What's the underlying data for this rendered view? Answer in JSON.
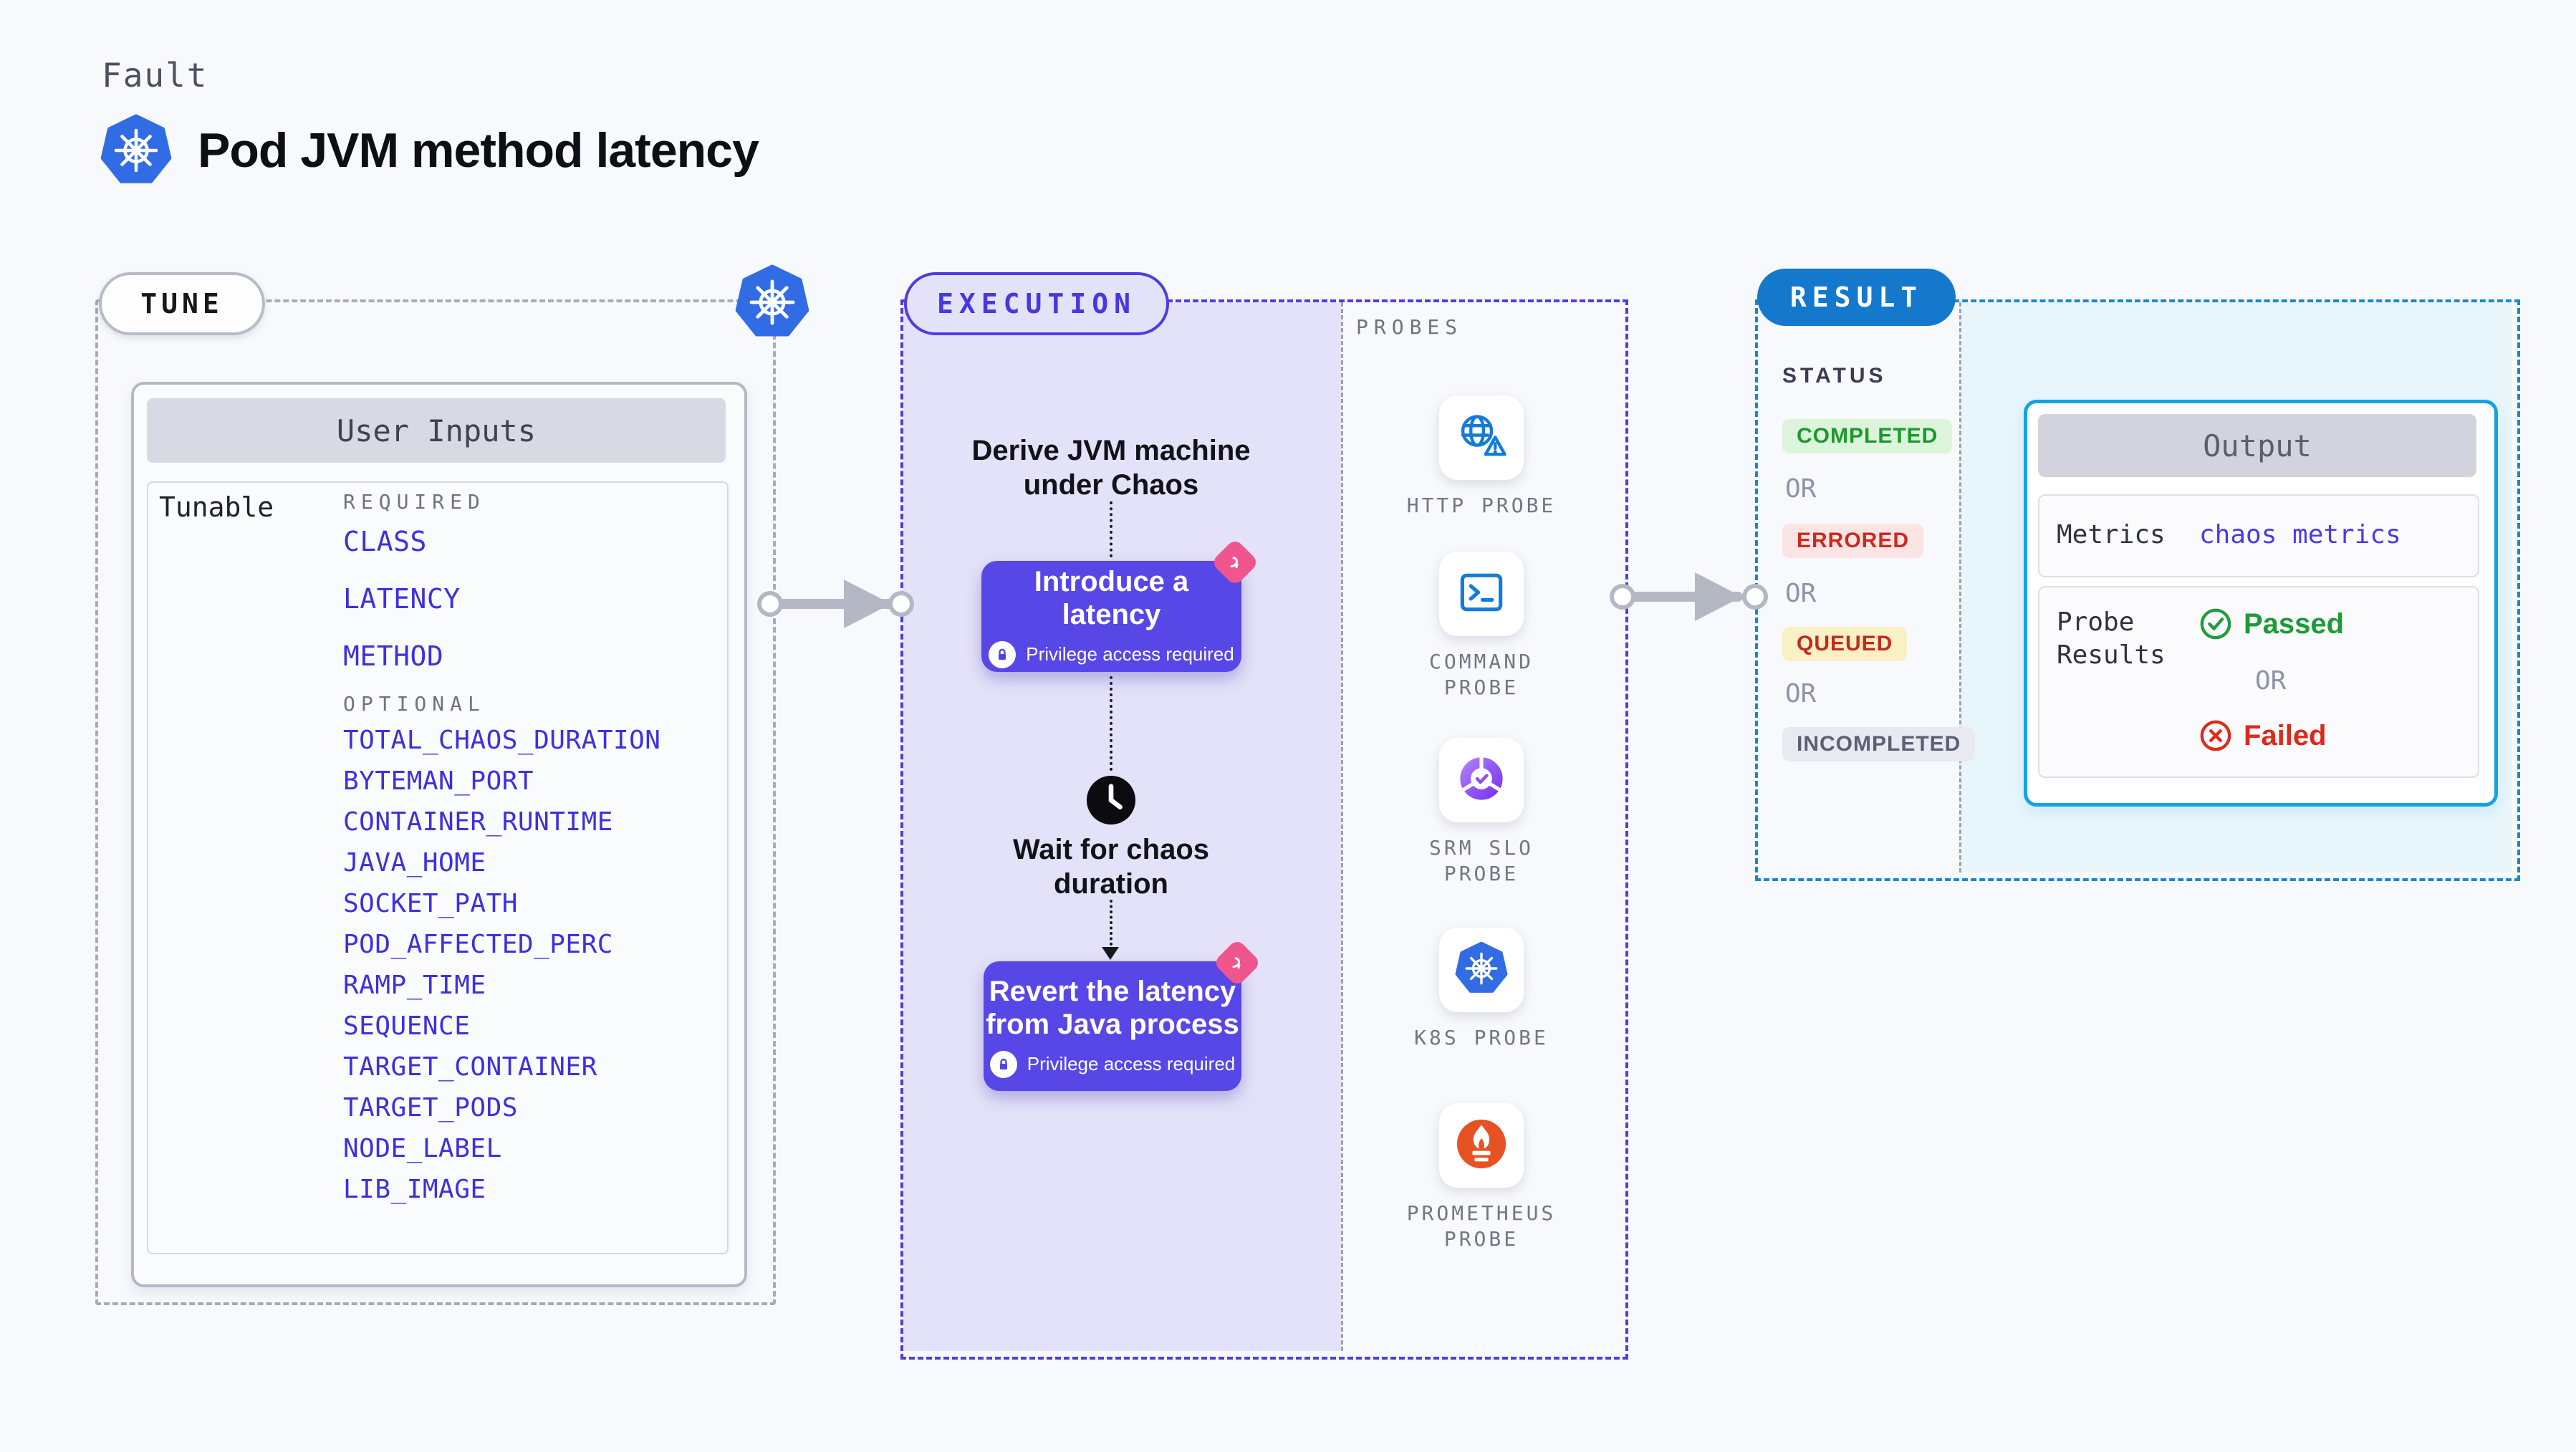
{
  "page": {
    "kind_label": "Fault",
    "title": "Pod JVM method latency"
  },
  "colors": {
    "background": "#f8f9fc",
    "indigo_accent": "#4f3ce2",
    "button_purple": "#5747e6",
    "field_blue": "#3d30e0",
    "result_blue": "#1478cc",
    "output_border_cyan": "#14a3e2",
    "kubernetes_blue": "#326ce5",
    "probe_icon_blue": "#147bd9",
    "prometheus_orange": "#e75225",
    "litmus_pink": "#f0558e",
    "passed_green": "#1d9b38",
    "failed_red": "#dc2a1d"
  },
  "tune": {
    "badge": "TUNE",
    "card_title": "User Inputs",
    "row_label": "Tunable",
    "required_label": "REQUIRED",
    "optional_label": "OPTIONAL",
    "required": [
      "CLASS",
      "LATENCY",
      "METHOD"
    ],
    "optional": [
      "TOTAL_CHAOS_DURATION",
      "BYTEMAN_PORT",
      "CONTAINER_RUNTIME",
      "JAVA_HOME",
      "SOCKET_PATH",
      "POD_AFFECTED_PERC",
      "RAMP_TIME",
      "SEQUENCE",
      "TARGET_CONTAINER",
      "TARGET_PODS",
      "NODE_LABEL",
      "LIB_IMAGE"
    ]
  },
  "execution": {
    "badge": "EXECUTION",
    "derive_lines": [
      "Derive JVM machine",
      "under Chaos"
    ],
    "introduce": {
      "title": "Introduce a latency",
      "note": "Privilege access required"
    },
    "wait_lines": [
      "Wait for chaos",
      "duration"
    ],
    "revert": {
      "title_lines": [
        "Revert the latency",
        "from Java process"
      ],
      "note": "Privilege access required"
    }
  },
  "probes": {
    "header": "PROBES",
    "items": [
      {
        "icon": "globe-alert-icon",
        "label": "HTTP PROBE"
      },
      {
        "icon": "terminal-icon",
        "label": "COMMAND PROBE"
      },
      {
        "icon": "donut-check-icon",
        "label": "SRM SLO PROBE"
      },
      {
        "icon": "kubernetes-icon",
        "label": "K8S PROBE"
      },
      {
        "icon": "prometheus-flame-icon",
        "label": "PROMETHEUS PROBE"
      }
    ]
  },
  "result": {
    "badge": "RESULT",
    "status_label": "STATUS",
    "or_label": "OR",
    "statuses": [
      {
        "label": "COMPLETED",
        "fg": "#1b9a2c",
        "bg": "#dcf3dc"
      },
      {
        "label": "ERRORED",
        "fg": "#cb2a20",
        "bg": "#fbe5e4"
      },
      {
        "label": "QUEUED",
        "fg": "#c32a1e",
        "bg": "#faf0c6"
      },
      {
        "label": "INCOMPLETED",
        "fg": "#5b6175",
        "bg": "#e9e9f1"
      }
    ],
    "output": {
      "title": "Output",
      "metrics_label": "Metrics",
      "metrics_value": "chaos metrics",
      "probe_results_label": "Probe Results",
      "passed": "Passed",
      "failed": "Failed"
    }
  }
}
